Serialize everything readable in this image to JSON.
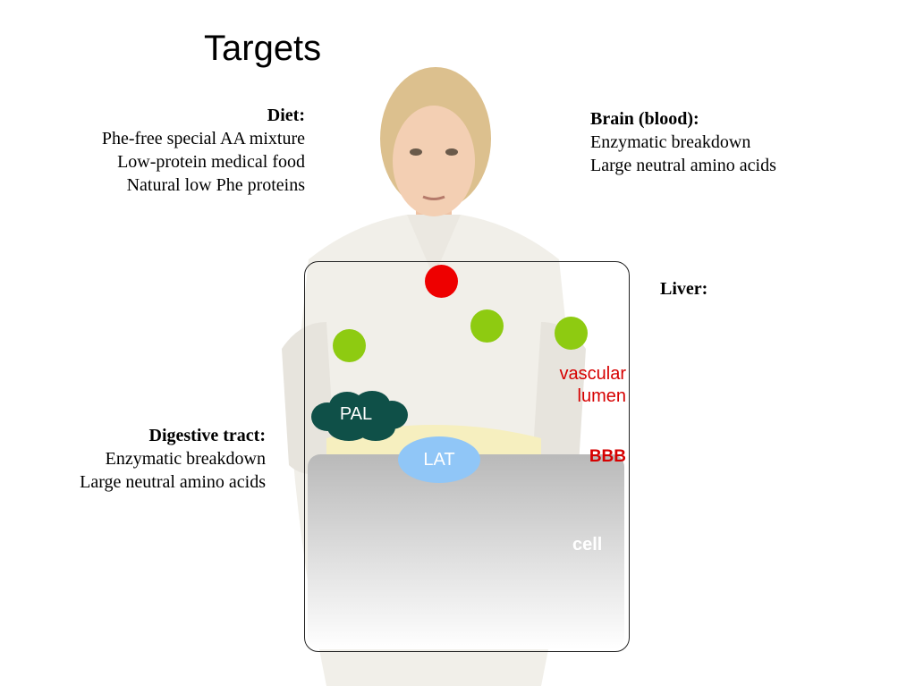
{
  "title": "Targets",
  "diet": {
    "head": "Diet:",
    "lines": [
      "Phe-free special AA mixture",
      "Low-protein medical food",
      "Natural low Phe proteins"
    ]
  },
  "brain": {
    "head": "Brain (blood):",
    "lines": [
      "Enzymatic breakdown",
      "Large neutral amino acids"
    ]
  },
  "liver": {
    "head": "Liver:"
  },
  "digestive": {
    "head": "Digestive tract:",
    "lines": [
      "Enzymatic breakdown",
      "Large neutral amino acids"
    ]
  },
  "diagram": {
    "vascular_lumen_lines": [
      "vascular",
      "lumen"
    ],
    "bbb": "BBB",
    "cell": "cell",
    "pal": "PAL",
    "lat": "LAT"
  },
  "colors": {
    "red_dot": "#ee0000",
    "green_dot": "#8ecb11",
    "label_red": "#d60000",
    "pal_fill": "#0f5048",
    "lat_fill": "#90c6f7"
  }
}
